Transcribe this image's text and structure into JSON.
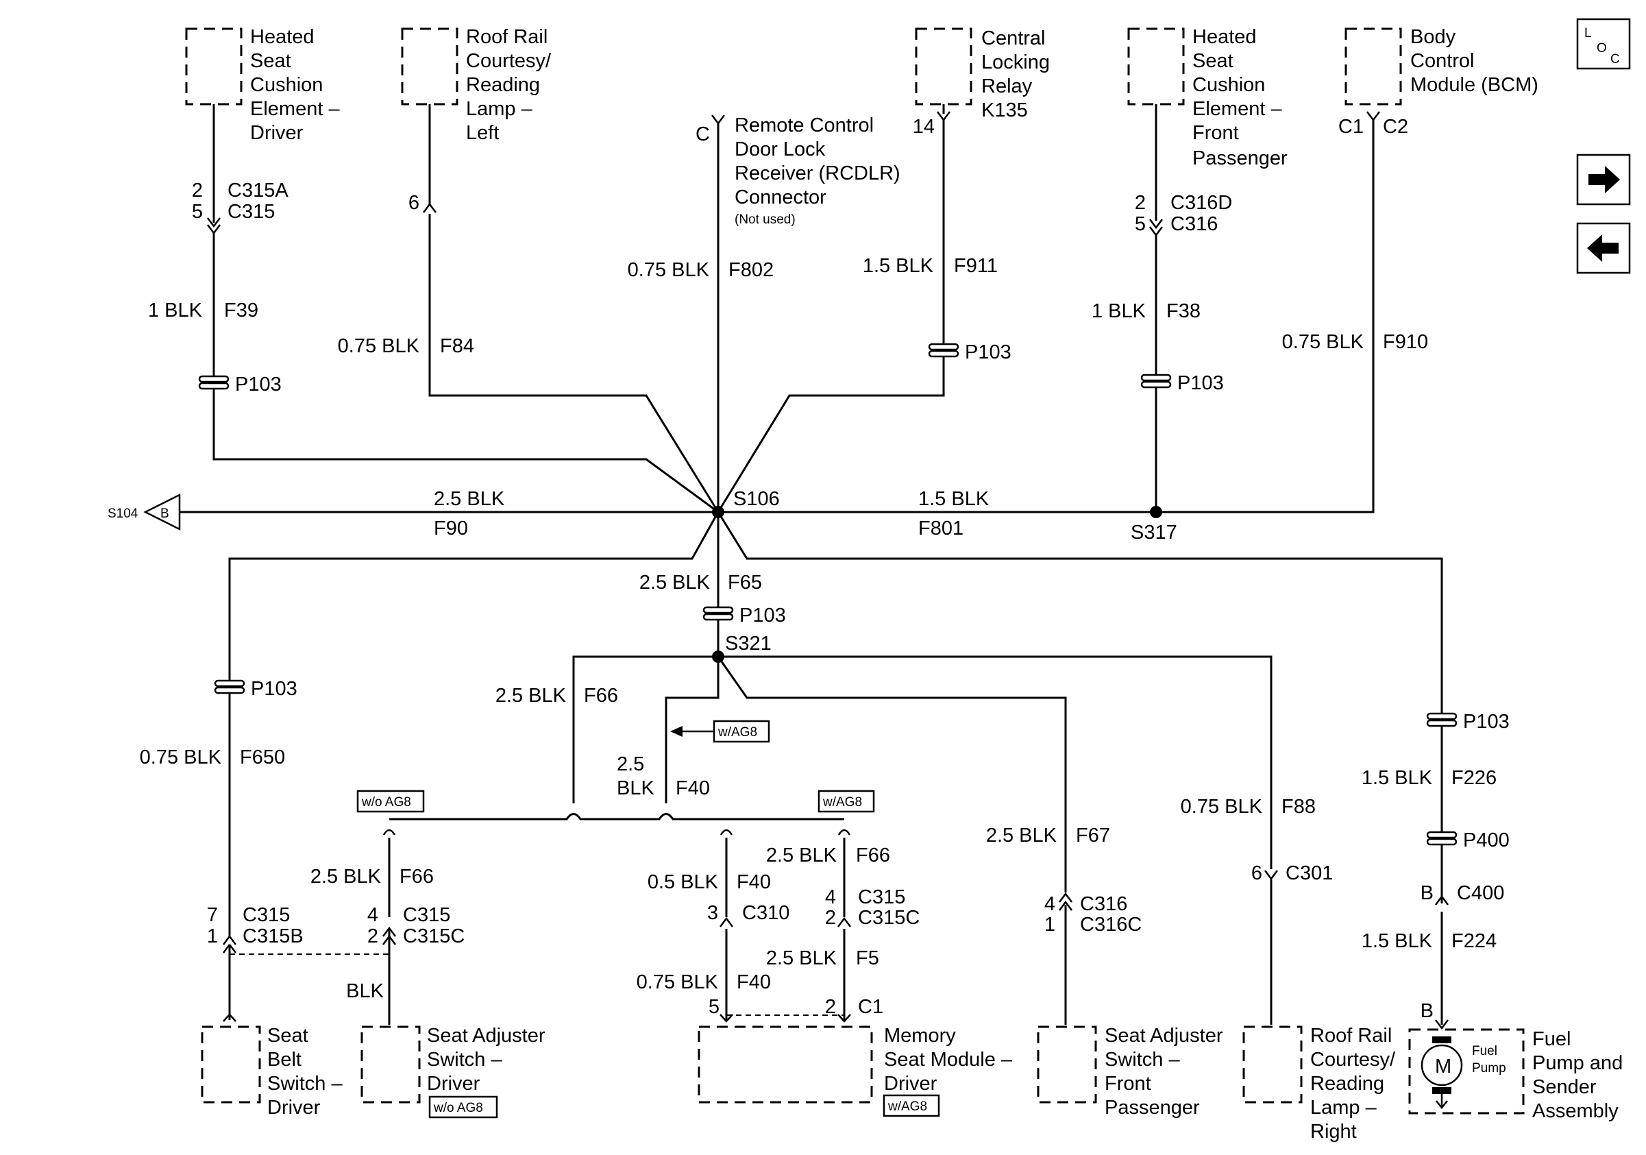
{
  "components": {
    "hscd": [
      "Heated",
      "Seat",
      "Cushion",
      "Element –",
      "Driver"
    ],
    "rrl": [
      "Roof Rail",
      "Courtesy/",
      "Reading",
      "Lamp –",
      "Left"
    ],
    "rcdlr": [
      "Remote Control",
      "Door Lock",
      "Receiver (RCDLR)",
      "Connector"
    ],
    "rcdlr_note": "(Not used)",
    "clr": [
      "Central",
      "Locking",
      "Relay",
      "K135"
    ],
    "hscp": [
      "Heated",
      "Seat",
      "Cushion",
      "Element –",
      "Front",
      "Passenger"
    ],
    "bcm": [
      "Body",
      "Control",
      "Module (BCM)"
    ],
    "sbs": [
      "Seat",
      "Belt",
      "Switch –",
      "Driver"
    ],
    "sasd": [
      "Seat Adjuster",
      "Switch –",
      "Driver"
    ],
    "msm": [
      "Memory",
      "Seat Module –",
      "Driver"
    ],
    "sasp": [
      "Seat Adjuster",
      "Switch –",
      "Front",
      "Passenger"
    ],
    "rrr": [
      "Roof Rail",
      "Courtesy/",
      "Reading",
      "Lamp –",
      "Right"
    ],
    "fuel": [
      "Fuel",
      "Pump and",
      "Sender",
      "Assembly"
    ],
    "fuel_inner": [
      "Fuel",
      "Pump"
    ],
    "motor": "M"
  },
  "options": {
    "with": "w/AG8",
    "without": "w/o AG8"
  },
  "nav": {
    "loc_icon": "loc-icon",
    "next_icon": "arrow-right-icon",
    "prev_icon": "arrow-left-icon"
  },
  "offpage": {
    "ref": "S104",
    "letter": "B"
  },
  "splices": {
    "s106": "S106",
    "s317": "S317",
    "s321": "S321"
  },
  "wires": {
    "f39": [
      "1 BLK",
      "F39"
    ],
    "f84": [
      "0.75 BLK",
      "F84"
    ],
    "f802": [
      "0.75 BLK",
      "F802"
    ],
    "f911": [
      "1.5 BLK",
      "F911"
    ],
    "f38": [
      "1 BLK",
      "F38"
    ],
    "f910": [
      "0.75 BLK",
      "F910"
    ],
    "f90": [
      "2.5 BLK",
      "F90"
    ],
    "f801": [
      "1.5 BLK",
      "F801"
    ],
    "f65": [
      "2.5 BLK",
      "F65"
    ],
    "f650": [
      "0.75 BLK",
      "F650"
    ],
    "f66a": [
      "2.5 BLK",
      "F66"
    ],
    "f40a": [
      "2.5",
      "BLK",
      "F40"
    ],
    "f67": [
      "2.5 BLK",
      "F67"
    ],
    "f88": [
      "0.75 BLK",
      "F88"
    ],
    "f226": [
      "1.5 BLK",
      "F226"
    ],
    "f224": [
      "1.5 BLK",
      "F224"
    ],
    "f66b": [
      "2.5 BLK",
      "F66"
    ],
    "f40b": [
      "0.5 BLK",
      "F40"
    ],
    "f66c": [
      "2.5 BLK",
      "F66"
    ],
    "f5": [
      "2.5 BLK",
      "F5"
    ],
    "f40c": [
      "0.75 BLK",
      "F40"
    ],
    "blk": "BLK"
  },
  "connectors": {
    "p103": "P103",
    "p400": "P400",
    "c315a_pins": [
      "2",
      "5"
    ],
    "c315a": [
      "C315A",
      "C315"
    ],
    "rrl_pin": "6",
    "rcdlr_pin": "C",
    "clr_pin": "14",
    "c316d_pins": [
      "2",
      "5"
    ],
    "c316d": [
      "C316D",
      "C316"
    ],
    "bcm_pins": [
      "C1",
      "C2"
    ],
    "c315b_pins": [
      "7",
      "1"
    ],
    "c315b": [
      "C315",
      "C315B"
    ],
    "c315c_pins": [
      "4",
      "2"
    ],
    "c315c": [
      "C315",
      "C315C"
    ],
    "c310_pin": "3",
    "c310": "C310",
    "c315c2_pins": [
      "4",
      "2"
    ],
    "c315c2": [
      "C315",
      "C315C"
    ],
    "c1_pins": [
      "5",
      "2"
    ],
    "c1": "C1",
    "c316c_pins": [
      "4",
      "1"
    ],
    "c316c": [
      "C316",
      "C316C"
    ],
    "c301_pin": "6",
    "c301": "C301",
    "c400_pin": "B",
    "c400": "C400",
    "fuel_pin": "B"
  }
}
